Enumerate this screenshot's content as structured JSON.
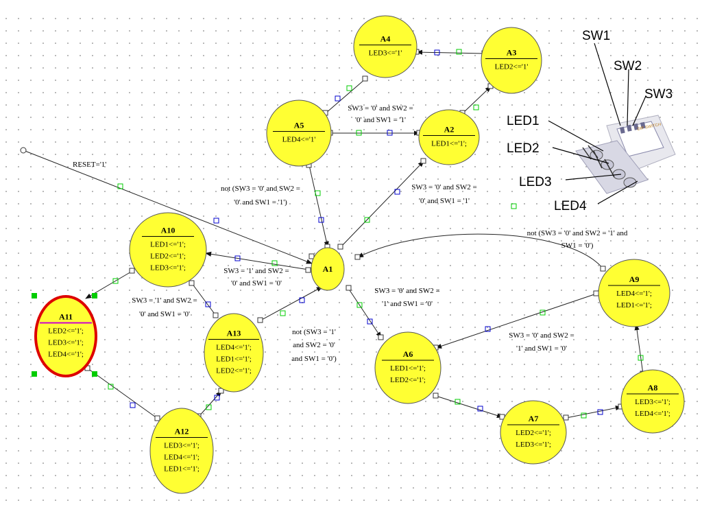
{
  "colors": {
    "state_fill": "#ffff33",
    "state_stroke": "#555555",
    "selected_stroke": "#dd0000",
    "selected_rule": "#cc00cc",
    "handle_green": "#00cc00",
    "handle_blue": "#0000cc",
    "arrow": "#222222",
    "grid_dot": "#b8b8b8"
  },
  "states": {
    "a1": {
      "name": "A1",
      "lines": []
    },
    "a2": {
      "name": "A2",
      "lines": [
        "LED1<='1';"
      ]
    },
    "a3": {
      "name": "A3",
      "lines": [
        "LED2<='1'"
      ]
    },
    "a4": {
      "name": "A4",
      "lines": [
        "LED3<='1'"
      ]
    },
    "a5": {
      "name": "A5",
      "lines": [
        "LED4<='1'"
      ]
    },
    "a6": {
      "name": "A6",
      "lines": [
        "LED1<='1';",
        "LED2<='1';"
      ]
    },
    "a7": {
      "name": "A7",
      "lines": [
        "LED2<='1';",
        "LED3<='1';"
      ]
    },
    "a8": {
      "name": "A8",
      "lines": [
        "LED3<='1';",
        "LED4<='1';"
      ]
    },
    "a9": {
      "name": "A9",
      "lines": [
        "LED4<='1';",
        "LED1<='1';"
      ]
    },
    "a10": {
      "name": "A10",
      "lines": [
        "LED1<='1';",
        "LED2<='1';",
        "LED3<='1';"
      ]
    },
    "a11": {
      "name": "A11",
      "lines": [
        "LED2<='1';",
        "LED3<='1';",
        "LED4<='1';"
      ]
    },
    "a12": {
      "name": "A12",
      "lines": [
        "LED3<='1';",
        "LED4<='1';",
        "LED1<='1';"
      ]
    },
    "a13": {
      "name": "A13",
      "lines": [
        "LED4<='1';",
        "LED1<='1';",
        "LED2<='1';"
      ]
    }
  },
  "conditions": {
    "reset": [
      "RESET='1'"
    ],
    "a5_a2": [
      "SW3 = '0' and SW2 =",
      "'0' and SW1 = '1'"
    ],
    "a1_a2": [
      "SW3 = '0' and SW2 =",
      "'0' and SW1 = '1'"
    ],
    "a5_a1": [
      "not (SW3 = '0' and SW2 =",
      "'0' and SW1 = '1')"
    ],
    "a9_a1": [
      "not (SW3 = '0' and SW2 = '1' and",
      "SW1 = '0')"
    ],
    "a1_a10": [
      "SW3 = '1' and SW2 =",
      "'0' and SW1 = '0'"
    ],
    "a10_a11": [
      "SW3 = '1' and SW2 =",
      "'0' and SW1 = '0'"
    ],
    "a13_a1": [
      "not (SW3 = '1'",
      "and SW2 = '0'",
      "and SW1 = '0')"
    ],
    "a1_a6": [
      "SW3 = '0' and SW2 =",
      "'1' and SW1 = '0'"
    ],
    "a9_a6": [
      "SW3 = '0' and SW2 =",
      "'1' and SW1 = '0'"
    ]
  },
  "device": {
    "labels": [
      "SW1",
      "SW2",
      "SW3",
      "LED1",
      "LED2",
      "LED3",
      "LED4"
    ],
    "chip_text": "DIP SWITCH"
  }
}
